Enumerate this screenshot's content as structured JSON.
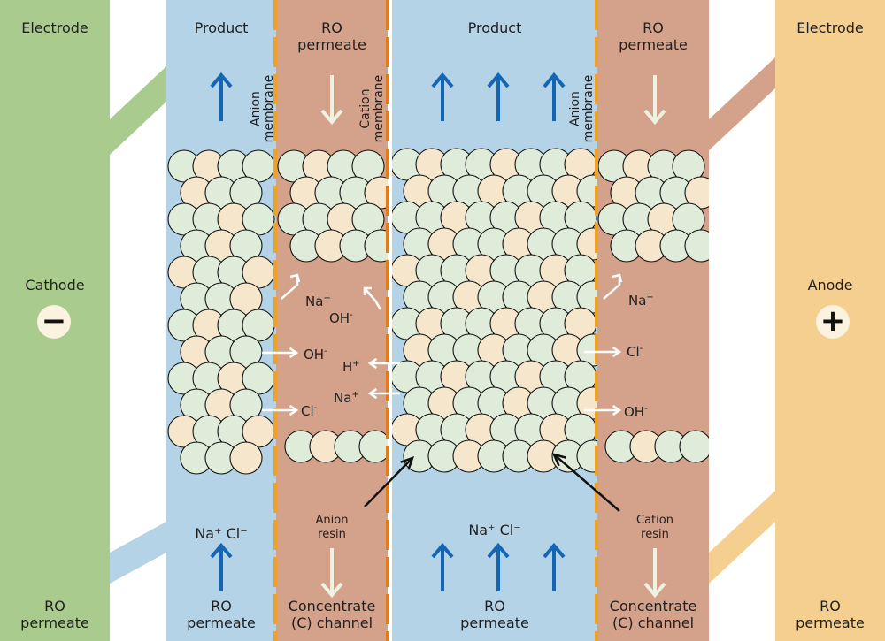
{
  "colors": {
    "cathode_side": "#a9cc8e",
    "anode_side": "#f5cf90",
    "product_channel": "#b5d3e7",
    "concentrate_channel": "#d4a18a",
    "membrane": "#f0a024",
    "membrane_dark": "#e07d1a",
    "anion_resin": "#dfecd9",
    "cation_resin": "#f5e6cc",
    "product_flow_arrow": "#1565b5",
    "concentrate_flow_arrow": "#eef2e1",
    "ion_arrow": "#ffffff",
    "pointer_arrow": "#111111"
  },
  "icons": {
    "cathode_sign": "minus-icon",
    "anode_sign": "plus-icon",
    "product_flow": "up-arrow-icon",
    "concentrate_flow": "down-arrow-icon"
  },
  "left_electrode": {
    "title": "Electrode",
    "name": "Cathode",
    "sign": "−",
    "feed": "RO\npermeate"
  },
  "right_electrode": {
    "title": "Electrode",
    "name": "Anode",
    "sign": "+",
    "feed": "RO\npermeate"
  },
  "channels": {
    "product_left": {
      "top": "Product",
      "feed": "RO\npermeate",
      "inlet_ions": "Na⁺ Cl⁻"
    },
    "conc_left": {
      "top": "RO\npermeate",
      "bottom": "Concentrate\n(C) channel"
    },
    "product_center": {
      "top": "Product",
      "feed": "RO\npermeate",
      "inlet_ions": "Na⁺ Cl⁻"
    },
    "conc_right": {
      "top": "RO\npermeate",
      "bottom": "Concentrate\n(C) channel"
    }
  },
  "membranes": {
    "anion_left": "Anion\nmembrane",
    "cation_middle": "Cation\nmembrane",
    "anion_right": "Anion\nmembrane"
  },
  "resins": {
    "anion": "Anion\nresin",
    "cation": "Cation\nresin"
  },
  "ions": {
    "conc_left_na": {
      "name": "Na",
      "charge": "+"
    },
    "conc_left_oh_top": {
      "name": "OH",
      "charge": "-"
    },
    "conc_left_oh": {
      "name": "OH",
      "charge": "-"
    },
    "conc_left_cl": {
      "name": "Cl",
      "charge": "-"
    },
    "conc_left_h": {
      "name": "H",
      "charge": "+"
    },
    "conc_left_na2": {
      "name": "Na",
      "charge": "+"
    },
    "conc_right_na": {
      "name": "Na",
      "charge": "+"
    },
    "conc_right_cl": {
      "name": "Cl",
      "charge": "-"
    },
    "conc_right_oh": {
      "name": "OH",
      "charge": "-"
    }
  }
}
